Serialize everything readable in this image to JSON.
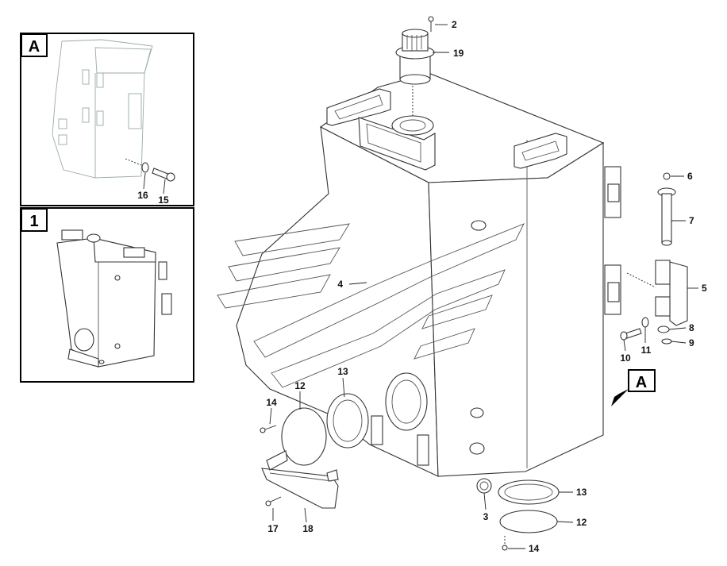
{
  "detail_views": {
    "a": {
      "tag": "A",
      "callouts": {
        "washer": "16",
        "bolt": "15"
      }
    },
    "one": {
      "tag": "1"
    }
  },
  "section_arrow": {
    "tag": "A"
  },
  "callouts": {
    "p2": "2",
    "p19": "19",
    "p6": "6",
    "p7": "7",
    "p5": "5",
    "p8": "8",
    "p9": "9",
    "p10": "10",
    "p11": "11",
    "p4": "4",
    "p13a": "13",
    "p12a": "12",
    "p14a": "14",
    "p17": "17",
    "p18": "18",
    "p3": "3",
    "p13b": "13",
    "p12b": "12",
    "p14b": "14"
  }
}
